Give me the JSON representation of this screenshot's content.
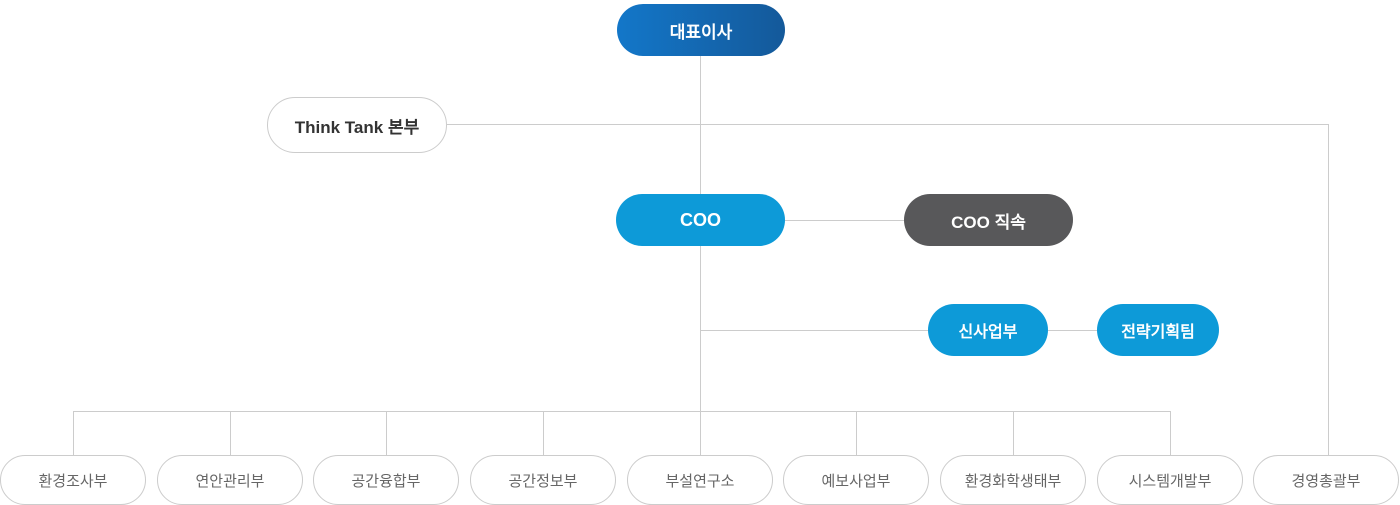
{
  "chart": {
    "title": "organization-chart",
    "nodes": {
      "ceo": {
        "label": "대표이사"
      },
      "think_tank": {
        "label": "Think Tank 본부"
      },
      "coo": {
        "label": "COO"
      },
      "coo_direct": {
        "label": "COO 직속"
      },
      "new_business": {
        "label": "신사업부"
      },
      "strategy_team": {
        "label": "전략기획팀"
      },
      "departments": [
        "환경조사부",
        "연안관리부",
        "공간융합부",
        "공간정보부",
        "부설연구소",
        "예보사업부",
        "환경화학생태부",
        "시스템개발부",
        "경영총괄부"
      ]
    },
    "hierarchy": {
      "ceo_children": [
        "Think Tank 본부",
        "COO"
      ],
      "think_tank_children": [
        "경영총괄부"
      ],
      "coo_side": [
        "COO 직속"
      ],
      "coo_branch": [
        "신사업부",
        "전략기획팀"
      ],
      "coo_children": [
        "환경조사부",
        "연안관리부",
        "공간융합부",
        "공간정보부",
        "부설연구소",
        "예보사업부",
        "환경화학생태부",
        "시스템개발부"
      ]
    }
  },
  "colors": {
    "background": "#ffffff",
    "accent_blue": "#0d9ad8",
    "ceo_gradient_start": "#1377c9",
    "ceo_gradient_end": "#14599a",
    "dark_gray": "#58585a",
    "line": "#cccccc",
    "border": "#cccccc",
    "text_dark": "#333333",
    "text_gray": "#666666"
  }
}
